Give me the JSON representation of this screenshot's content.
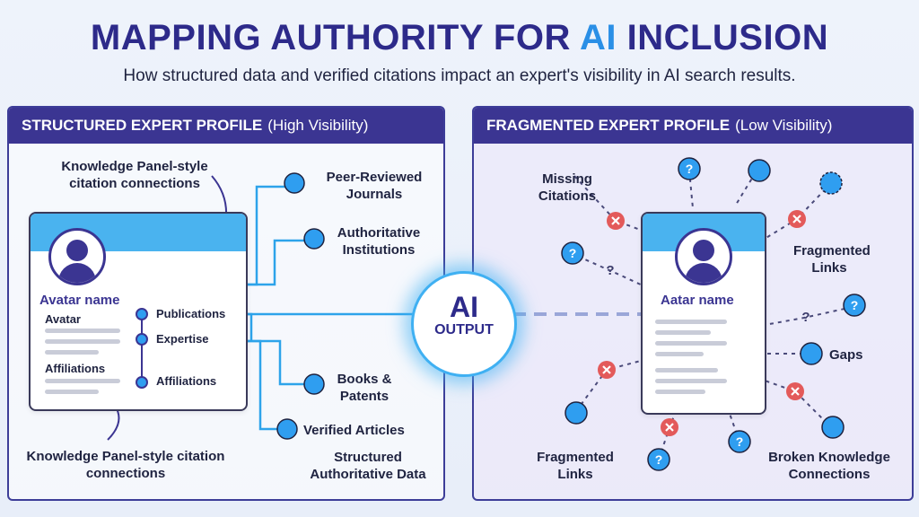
{
  "title": {
    "part1": "MAPPING AUTHORITY FOR ",
    "highlight": "AI",
    "part2": " INCLUSION"
  },
  "subtitle": "How structured data and verified citations impact an expert's visibility in AI search results.",
  "left_panel": {
    "heading": "STRUCTURED EXPERT PROFILE",
    "visibility": "(High Visibility)",
    "top_note": "Knowledge Panel-style citation connections",
    "bottom_note": "Knowledge Panel-style citation connections",
    "card": {
      "avatar_name": "Avatar name",
      "field1": "Avatar",
      "field2": "Affiliations",
      "items": [
        "Publications",
        "Expertise",
        "Affiliations"
      ]
    },
    "targets": [
      "Peer-Reviewed Journals",
      "Authoritative Institutions",
      "Books & Patents",
      "Verified Articles"
    ],
    "footer": "Structured Authoritative Data"
  },
  "center": {
    "line1": "AI",
    "line2": "OUTPUT"
  },
  "right_panel": {
    "heading": "FRAGMENTED EXPERT PROFILE",
    "visibility": "(Low Visibility)",
    "card": {
      "avatar_name": "Aatar name"
    },
    "labels": {
      "missing": "Missing Citations",
      "frag_top": "Fragmented Links",
      "gaps": "Gaps",
      "frag_bottom": "Fragmented Links",
      "broken": "Broken Knowledge Connections"
    }
  },
  "colors": {
    "navy": "#3b3592",
    "accent": "#2a8fe6",
    "node": "#2f9ef0",
    "error": "#e35a5a"
  }
}
